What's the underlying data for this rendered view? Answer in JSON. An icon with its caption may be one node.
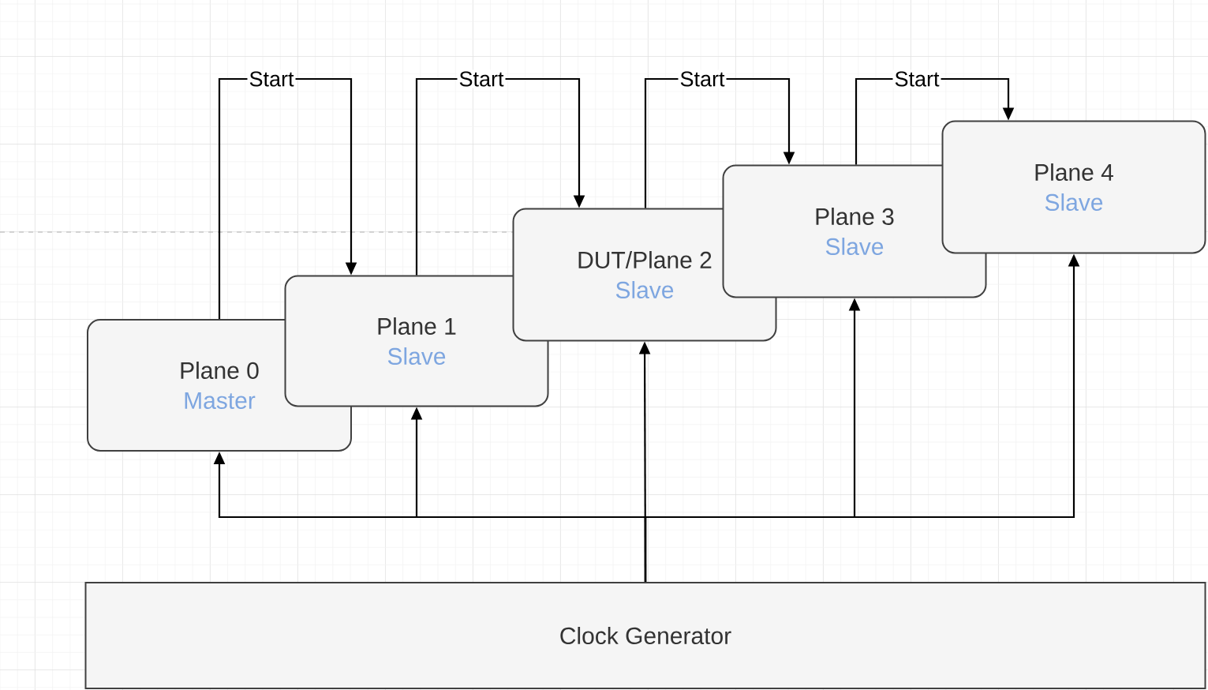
{
  "diagram": {
    "nodes": [
      {
        "text": [
          "Plane 0",
          "Master"
        ]
      },
      {
        "text": [
          "Plane 1",
          "Slave"
        ]
      },
      {
        "text": [
          "DUT/Plane 2",
          "Slave"
        ]
      },
      {
        "text": [
          "Plane 3",
          "Slave"
        ]
      },
      {
        "text": [
          "Plane 4",
          "Slave"
        ]
      },
      {
        "text": [
          "Clock Generator"
        ]
      }
    ],
    "edges": [
      {
        "from": 0,
        "to": 1,
        "arrow": "to",
        "label": "Start"
      },
      {
        "from": 1,
        "to": 2,
        "arrow": "to",
        "label": "Start"
      },
      {
        "from": 2,
        "to": 3,
        "arrow": "to",
        "label": "Start"
      },
      {
        "from": 3,
        "to": 4,
        "arrow": "to",
        "label": "Start"
      },
      {
        "from": 5,
        "to": 2,
        "arrow": "to"
      },
      {
        "from": 5,
        "to": 0,
        "arrow": "to"
      },
      {
        "from": 5,
        "to": 1,
        "arrow": "to"
      },
      {
        "from": 5,
        "to": 3,
        "arrow": "to"
      },
      {
        "from": 5,
        "to": 4,
        "arrow": "to"
      }
    ]
  }
}
